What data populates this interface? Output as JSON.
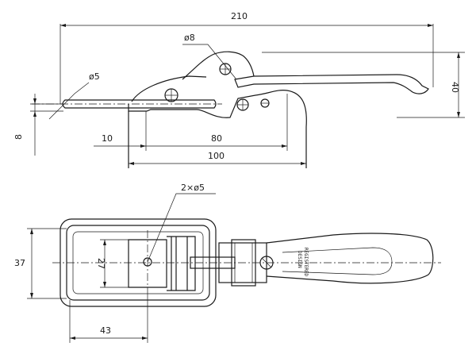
{
  "dimensions": {
    "overall_length": "210",
    "pin_diameter": "ø8",
    "hook_diameter": "ø5",
    "handle_height": "40",
    "hook_offset": "8",
    "hook_to_base": "10",
    "base_span": "80",
    "mount_span": "100",
    "hole_spec": "2×ø5",
    "base_height": "37",
    "hole_spacing": "27",
    "hole_offset": "43"
  },
  "handle_marking": {
    "line1": "DESIGN",
    "line2": "REGISTERED"
  }
}
